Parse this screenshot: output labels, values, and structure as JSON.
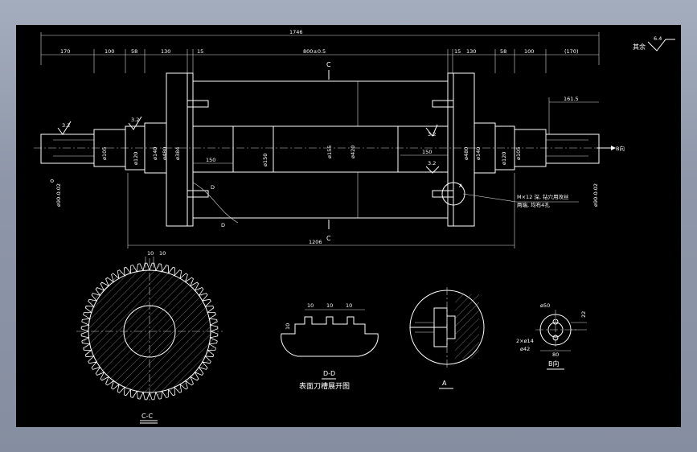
{
  "drawing": {
    "surface_note": "其余",
    "surface_value": "6.4",
    "dims_top": {
      "overall": "1746",
      "seg1": "170",
      "seg2": "100",
      "seg3": "58",
      "seg4": "130",
      "seg5": "15",
      "center": "800±0.5",
      "seg6": "15",
      "seg7": "130",
      "seg8": "58",
      "seg9": "100",
      "seg10": "(170)"
    },
    "dim_right_161": "161.5",
    "dim_bottom_1206": "1206",
    "dim_150_left": "150",
    "dim_150_right": "150",
    "diameters": {
      "d105_l": "ø105",
      "d120_l": "ø120",
      "d140_l": "ø140",
      "d480_l": "ø480",
      "d384": "ø384",
      "d150": "ø150",
      "d155": "ø155",
      "d420": "ø420",
      "d480_r": "ø480",
      "d140_r": "ø140",
      "d120_r": "ø120",
      "d105_r": "ø105",
      "d90_l": "ø90-0.02",
      "d90_r": "ø90-0.02",
      "tol_zero": "0"
    },
    "roughness": {
      "r1": "3.2",
      "r2": "3.2",
      "r3": "3.2",
      "r4": "3.2"
    },
    "section_mark": "C",
    "label_d": "D",
    "label_a": "A",
    "label_b_dir": "B向",
    "hole_note": "M×12 深, 钻穴用攻丝",
    "hole_note2": "两端, 均布4孔",
    "view_cc": {
      "title": "C-C",
      "dim1": "10",
      "dim2": "10"
    },
    "view_dd": {
      "title": "D-D",
      "subtitle": "表面刀槽展开图",
      "dims": [
        "10",
        "10",
        "10",
        "10"
      ]
    },
    "view_a": {
      "title": "A"
    },
    "view_b": {
      "title": "B向",
      "d50": "ø50",
      "d42": "ø42",
      "holes": "2×ø14",
      "dim22": "22",
      "dim80": "80"
    }
  }
}
